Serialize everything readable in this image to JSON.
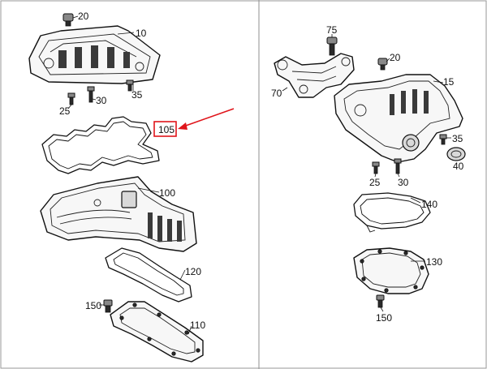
{
  "callouts": {
    "c20_left": "20",
    "c10": "10",
    "c25_left": "25",
    "c30_left": "30",
    "c35_left": "35",
    "c105": "105",
    "c100": "100",
    "c120": "120",
    "c150_left": "150",
    "c110": "110",
    "c75": "75",
    "c20_right": "20",
    "c70": "70",
    "c15": "15",
    "c35_right": "35",
    "c40": "40",
    "c25_right": "25",
    "c30_right": "30",
    "c140": "140",
    "c130": "130",
    "c150_right": "150"
  },
  "highlight": {
    "part": "105",
    "color": "#e0141a"
  }
}
